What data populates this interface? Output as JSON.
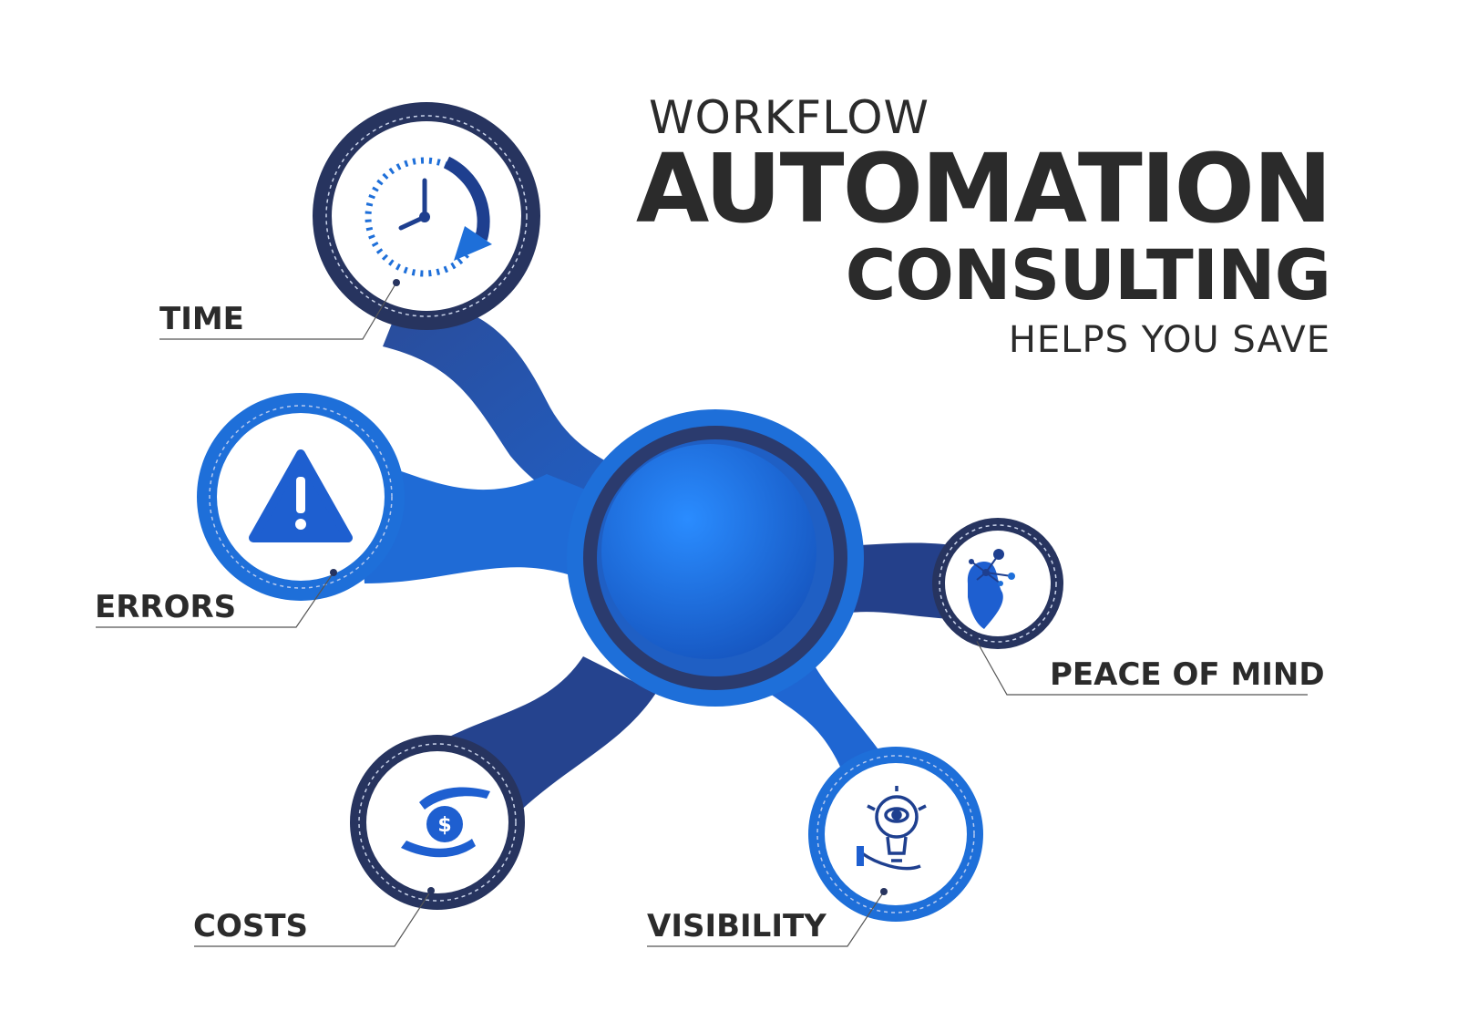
{
  "title": {
    "line1": "WORKFLOW",
    "line2": "AUTOMATION",
    "line3": "CONSULTING",
    "line4": "HELPS YOU SAVE"
  },
  "benefits": [
    {
      "label": "TIME",
      "icon": "clock-icon"
    },
    {
      "label": "ERRORS",
      "icon": "warning-icon"
    },
    {
      "label": "COSTS",
      "icon": "money-hands-icon"
    },
    {
      "label": "VISIBILITY",
      "icon": "idea-bulb-eye-icon"
    },
    {
      "label": "PEACE OF MIND",
      "icon": "mind-network-icon"
    }
  ],
  "colors": {
    "bright_blue": "#1e6fd9",
    "navy": "#27345f",
    "text": "#2b2b2b"
  }
}
